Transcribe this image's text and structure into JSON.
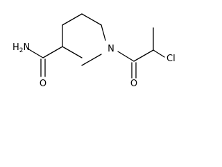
{
  "molecule": {
    "atoms": {
      "amide_nitrogen": {
        "element": "H2N",
        "prefix": "H",
        "subscript": "2",
        "suffix": "N"
      },
      "amide_oxygen": {
        "element": "O"
      },
      "ring_nitrogen": {
        "element": "N"
      },
      "acyl_oxygen": {
        "element": "O"
      },
      "chlorine": {
        "element": "Cl"
      }
    },
    "bond_color": "#000000",
    "label_color": "#000000",
    "background": "#ffffff"
  }
}
